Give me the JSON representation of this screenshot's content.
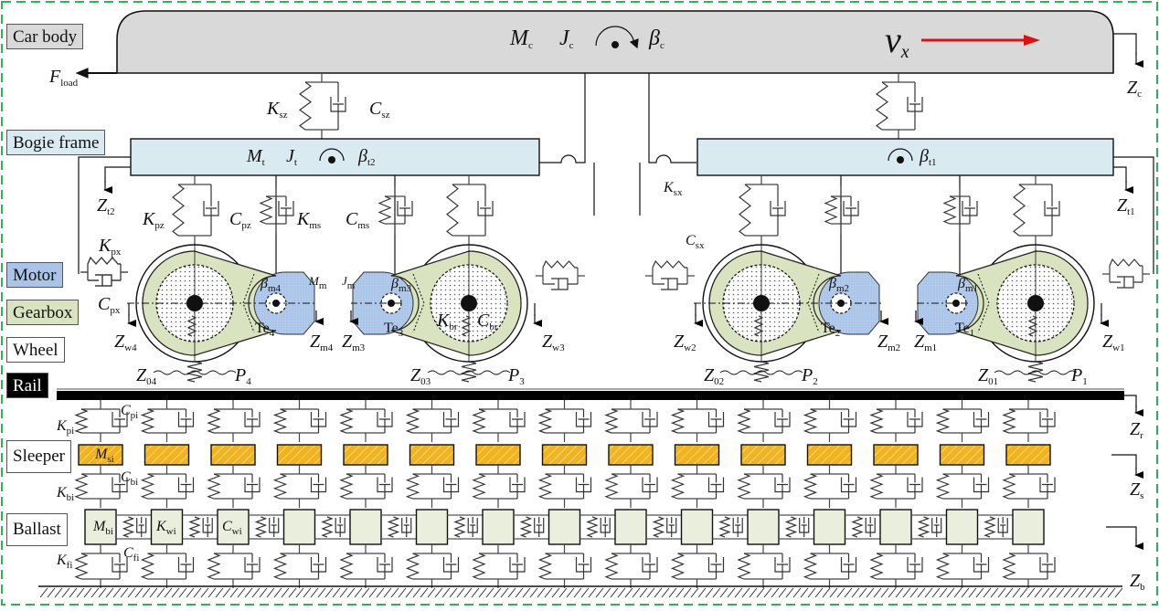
{
  "legend": {
    "car_body": "Car body",
    "bogie_frame": "Bogie frame",
    "motor": "Motor",
    "gearbox": "Gearbox",
    "wheel": "Wheel",
    "rail": "Rail",
    "sleeper": "Sleeper",
    "ballast": "Ballast"
  },
  "colors": {
    "border_dash": "#2fb35a",
    "car_body": "#d9d9d9",
    "bogie_frame": "#daeaf1",
    "motor": "#a9c4e8",
    "gearbox": "#d9e3bf",
    "wheel": "#ffffff",
    "rail": "#000000",
    "sleeper": "#f2b41e",
    "ballast": "#e9efdc",
    "velocity_arrow": "#e01010"
  },
  "car_body": {
    "M": "M",
    "M_sub": "c",
    "J": "J",
    "J_sub": "c",
    "beta": "β",
    "beta_sub": "c",
    "v": "v",
    "v_sub": "x",
    "F": "F",
    "F_sub": "load",
    "Z": "Z",
    "Z_sub": "c"
  },
  "secondary_suspension": {
    "K": "K",
    "K_sub": "sz",
    "C": "C",
    "C_sub": "sz",
    "Kx": "K",
    "Kx_sub": "sx",
    "Cx": "C",
    "Cx_sub": "sx"
  },
  "bogie_rear": {
    "M": "M",
    "M_sub": "t",
    "J": "J",
    "J_sub": "t",
    "beta": "β",
    "beta_sub": "t2",
    "Z": "Z",
    "Z_sub": "t2"
  },
  "bogie_front": {
    "beta": "β",
    "beta_sub": "t1",
    "Z": "Z",
    "Z_sub": "t1"
  },
  "primary_suspension": {
    "Kpz": "K",
    "Kpz_sub": "pz",
    "Cpz": "C",
    "Cpz_sub": "pz",
    "Kms": "K",
    "Kms_sub": "ms",
    "Cms": "C",
    "Cms_sub": "ms",
    "Kpx": "K",
    "Kpx_sub": "px",
    "Cpx": "C",
    "Cpx_sub": "px",
    "Mm": "M",
    "Mm_sub": "m",
    "Jm": "J",
    "Jm_sub": "m",
    "Kbr": "K",
    "Kbr_sub": "br",
    "Cbr": "C",
    "Cbr_sub": "br"
  },
  "wheelsets": [
    {
      "beta": "β",
      "beta_sub": "m4",
      "Te": "Te",
      "Te_sub": "4",
      "Zm": "Z",
      "Zm_sub": "m4",
      "Zw": "Z",
      "Zw_sub": "w4",
      "Z0": "Z",
      "Z0_sub": "04",
      "P": "P",
      "P_sub": "4"
    },
    {
      "beta": "β",
      "beta_sub": "m3",
      "Te": "Te",
      "Te_sub": "3",
      "Zm": "Z",
      "Zm_sub": "m3",
      "Zw": "Z",
      "Zw_sub": "w3",
      "Z0": "Z",
      "Z0_sub": "03",
      "P": "P",
      "P_sub": "3"
    },
    {
      "beta": "β",
      "beta_sub": "m2",
      "Te": "Te",
      "Te_sub": "2",
      "Zm": "Z",
      "Zm_sub": "m2",
      "Zw": "Z",
      "Zw_sub": "w2",
      "Z0": "Z",
      "Z0_sub": "02",
      "P": "P",
      "P_sub": "2"
    },
    {
      "beta": "β",
      "beta_sub": "m1",
      "Te": "Te",
      "Te_sub": "1",
      "Zm": "Z",
      "Zm_sub": "m1",
      "Zw": "Z",
      "Zw_sub": "w1",
      "Z0": "Z",
      "Z0_sub": "01",
      "P": "P",
      "P_sub": "1"
    }
  ],
  "track": {
    "Kpi": "K",
    "Kpi_sub": "pi",
    "Cpi": "C",
    "Cpi_sub": "pi",
    "Msi": "M",
    "Msi_sub": "si",
    "Kbi": "K",
    "Kbi_sub": "bi",
    "Cbi": "C",
    "Cbi_sub": "bi",
    "Mbi": "M",
    "Mbi_sub": "bi",
    "Kwi": "K",
    "Kwi_sub": "wi",
    "Cwi": "C",
    "Cwi_sub": "wi",
    "Kfi": "K",
    "Kfi_sub": "fi",
    "Cfi": "C",
    "Cfi_sub": "fi",
    "Zr": "Z",
    "Zr_sub": "r",
    "Zs": "Z",
    "Zs_sub": "s",
    "Zb": "Z",
    "Zb_sub": "b",
    "support_count": 15
  }
}
